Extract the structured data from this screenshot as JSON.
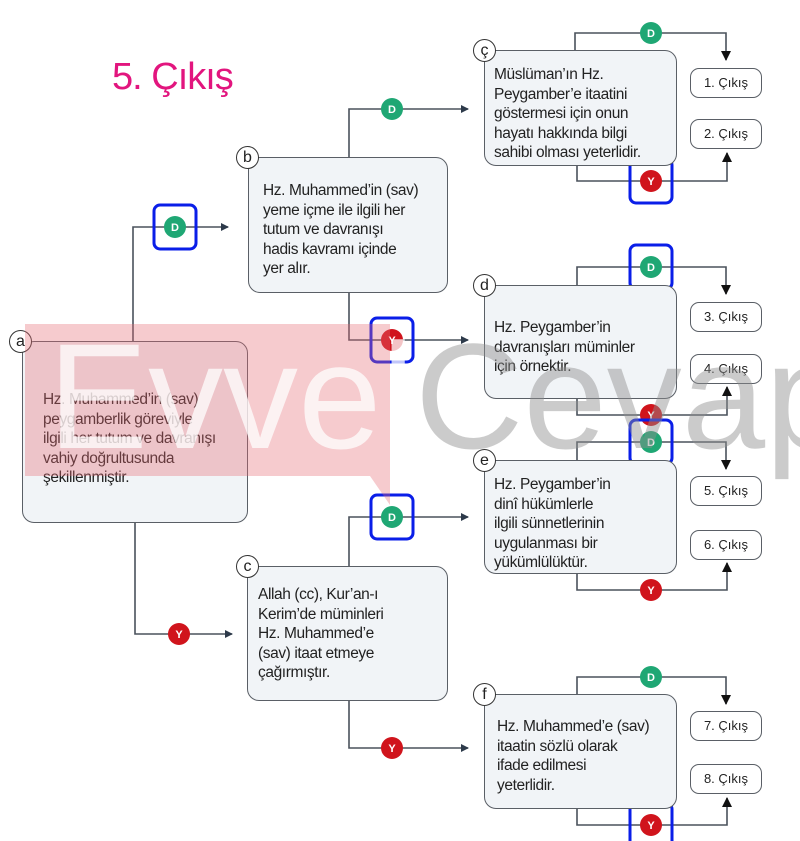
{
  "title": "5. Çıkış",
  "boxes": {
    "a": {
      "tag": "a",
      "lines": [
        "Hz. Muhammed’in (sav)",
        "peygamberlik göreviyle",
        "ilgili her tutum ve davranışı",
        "vahiy doğrultusunda",
        "şekillenmiştir."
      ]
    },
    "b": {
      "tag": "b",
      "lines": [
        "Hz. Muhammed’in (sav)",
        "yeme içme ile ilgili her",
        "tutum ve davranışı",
        "hadis kavramı içinde",
        "yer alır."
      ]
    },
    "c": {
      "tag": "c",
      "lines": [
        "Allah (cc), Kur’an-ı",
        "Kerim’de müminleri",
        "Hz. Muhammed’e",
        "(sav) itaat etmeye",
        "çağırmıştır."
      ]
    },
    "cc": {
      "tag": "ç",
      "lines": [
        "Müslüman’ın Hz.",
        "Peygamber’e itaatini",
        "göstermesi için  onun",
        "hayatı hakkında bilgi",
        "sahibi olması yeterlidir."
      ]
    },
    "d": {
      "tag": "d",
      "lines": [
        "Hz. Peygamber’in",
        "davranışları müminler",
        "için örnektir."
      ]
    },
    "e": {
      "tag": "e",
      "lines": [
        "Hz. Peygamber’in",
        "dinî hükümlerle",
        "ilgili sünnetlerinin",
        "uygulanması bir",
        "yükümlülüktür."
      ]
    },
    "f": {
      "tag": "f",
      "lines": [
        "Hz. Muhammed’e (sav)",
        "itaatin sözlü olarak",
        "ifade edilmesi",
        "yeterlidir."
      ]
    }
  },
  "exits": [
    "1. Çıkış",
    "2. Çıkış",
    "3. Çıkış",
    "4. Çıkış",
    "5. Çıkış",
    "6. Çıkış",
    "7. Çıkış",
    "8. Çıkış"
  ],
  "branch": {
    "yes": "D",
    "no": "Y"
  },
  "colors": {
    "yes": "#1fa774",
    "no": "#d0141c",
    "highlight": "#0a1ee8",
    "title": "#e2157e"
  },
  "watermark": {
    "left": "Evvel",
    "right": "Cevap"
  }
}
